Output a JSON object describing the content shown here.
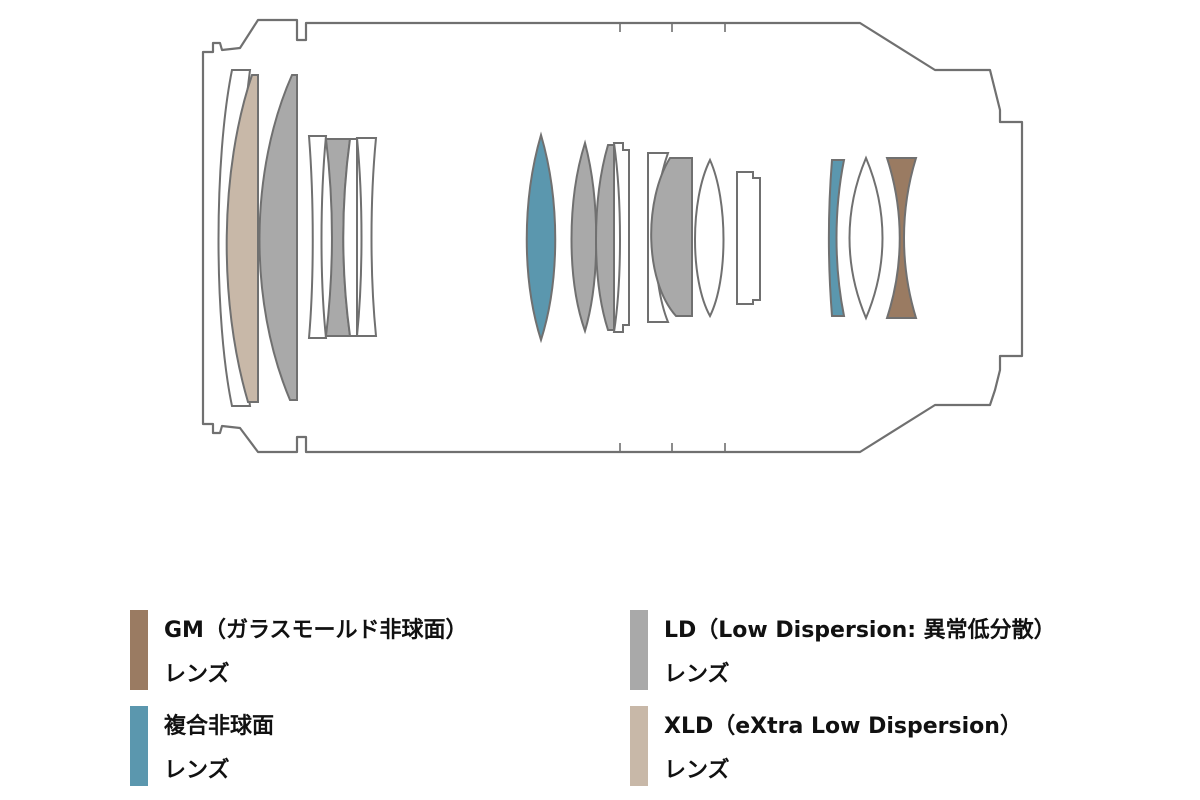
{
  "colors": {
    "outline": "#707070",
    "gm": "#9A7B62",
    "compound": "#5B97AE",
    "ld": "#A9A9A9",
    "xld": "#C8B8A8",
    "plain": "#FFFFFF"
  },
  "legend": [
    {
      "id": "gm",
      "line1": "GM（ガラスモールド非球面）",
      "line2": "レンズ"
    },
    {
      "id": "ld",
      "line1": "LD（Low Dispersion: 異常低分散）",
      "line2": "レンズ"
    },
    {
      "id": "compound",
      "line1": "複合非球面",
      "line2": "レンズ"
    },
    {
      "id": "xld",
      "line1": "XLD（eXtra Low Dispersion）",
      "line2": "レンズ"
    }
  ]
}
